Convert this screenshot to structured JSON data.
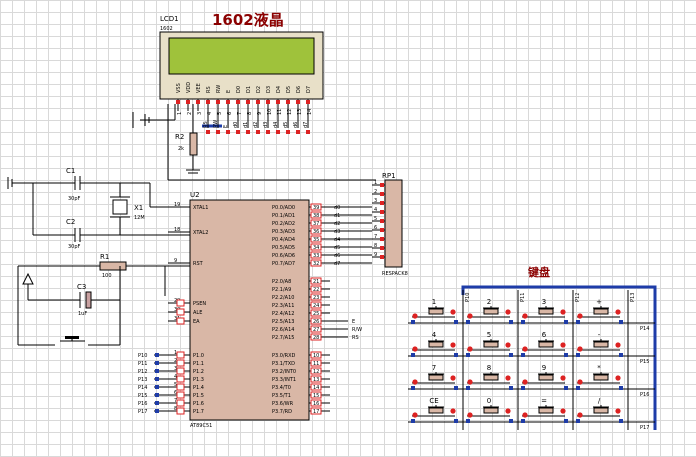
{
  "lcd": {
    "ref": "LCD1",
    "part": "1602",
    "title": "1602液晶",
    "pins": [
      "VSS",
      "VDD",
      "VEE",
      "RS",
      "RW",
      "E",
      "D0",
      "D1",
      "D2",
      "D3",
      "D4",
      "D5",
      "D6",
      "D7"
    ],
    "pin_numbers": [
      "1",
      "2",
      "3",
      "4",
      "5",
      "6",
      "7",
      "8",
      "9",
      "10",
      "11",
      "12",
      "13",
      "14"
    ],
    "wire_labels": [
      "RS",
      "RW",
      "E",
      "d0",
      "d1",
      "d2",
      "d3",
      "d4",
      "d5",
      "d6",
      "d7"
    ]
  },
  "mcu": {
    "ref": "U2",
    "part": "AT89C51",
    "left_pins": [
      {
        "num": "19",
        "name": "XTAL1"
      },
      {
        "num": "18",
        "name": "XTAL2"
      },
      {
        "num": "9",
        "name": "RST"
      },
      {
        "num": "29",
        "name": "PSEN"
      },
      {
        "num": "30",
        "name": "ALE"
      },
      {
        "num": "31",
        "name": "EA"
      },
      {
        "num": "1",
        "name": "P1.0"
      },
      {
        "num": "2",
        "name": "P1.1"
      },
      {
        "num": "3",
        "name": "P1.2"
      },
      {
        "num": "4",
        "name": "P1.3"
      },
      {
        "num": "5",
        "name": "P1.4"
      },
      {
        "num": "6",
        "name": "P1.5"
      },
      {
        "num": "7",
        "name": "P1.6"
      },
      {
        "num": "8",
        "name": "P1.7"
      }
    ],
    "right_pins_p0": [
      {
        "num": "39",
        "name": "P0.0/AD0",
        "net": "d0"
      },
      {
        "num": "38",
        "name": "P0.1/AD1",
        "net": "d1"
      },
      {
        "num": "37",
        "name": "P0.2/AD2",
        "net": "d2"
      },
      {
        "num": "36",
        "name": "P0.3/AD3",
        "net": "d3"
      },
      {
        "num": "35",
        "name": "P0.4/AD4",
        "net": "d4"
      },
      {
        "num": "34",
        "name": "P0.5/AD5",
        "net": "d5"
      },
      {
        "num": "33",
        "name": "P0.6/AD6",
        "net": "d6"
      },
      {
        "num": "32",
        "name": "P0.7/AD7",
        "net": "d7"
      }
    ],
    "right_pins_p2": [
      {
        "num": "21",
        "name": "P2.0/A8",
        "net": ""
      },
      {
        "num": "22",
        "name": "P2.1/A9",
        "net": ""
      },
      {
        "num": "23",
        "name": "P2.2/A10",
        "net": ""
      },
      {
        "num": "24",
        "name": "P2.3/A11",
        "net": ""
      },
      {
        "num": "25",
        "name": "P2.4/A12",
        "net": ""
      },
      {
        "num": "26",
        "name": "P2.5/A13",
        "net": "E"
      },
      {
        "num": "27",
        "name": "P2.6/A14",
        "net": "R/W"
      },
      {
        "num": "28",
        "name": "P2.7/A15",
        "net": "RS"
      }
    ],
    "right_pins_p3": [
      {
        "num": "10",
        "name": "P3.0/RXD"
      },
      {
        "num": "11",
        "name": "P3.1/TXD"
      },
      {
        "num": "12",
        "name": "P3.2/INT0"
      },
      {
        "num": "13",
        "name": "P3.3/INT1"
      },
      {
        "num": "14",
        "name": "P3.4/T0"
      },
      {
        "num": "15",
        "name": "P3.5/T1"
      },
      {
        "num": "16",
        "name": "P3.6/WR"
      },
      {
        "num": "17",
        "name": "P3.7/RD"
      }
    ]
  },
  "port1_nets": [
    "P10",
    "P11",
    "P12",
    "P13",
    "P14",
    "P15",
    "P16",
    "P17"
  ],
  "components": {
    "r2": {
      "ref": "R2",
      "value": "2k"
    },
    "c1": {
      "ref": "C1",
      "value": "30pF"
    },
    "c2": {
      "ref": "C2",
      "value": "30pF"
    },
    "x1": {
      "ref": "X1",
      "value": "12M"
    },
    "r1": {
      "ref": "R1",
      "value": "100"
    },
    "c3": {
      "ref": "C3",
      "value": "1uF"
    },
    "rp1": {
      "ref": "RP1",
      "part": "RESPACK8",
      "pins": [
        "1",
        "2",
        "3",
        "4",
        "5",
        "6",
        "7",
        "8",
        "9"
      ]
    }
  },
  "keypad": {
    "title": "键盘",
    "keys": [
      [
        "1",
        "2",
        "3",
        "+"
      ],
      [
        "4",
        "5",
        "6",
        "-"
      ],
      [
        "7",
        "8",
        "9",
        "*"
      ],
      [
        "CE",
        "0",
        "=",
        "/"
      ]
    ],
    "column_nets": [
      "P10",
      "P11",
      "P12",
      "P13"
    ],
    "row_nets": [
      "P14",
      "P15",
      "P16",
      "P17"
    ]
  }
}
